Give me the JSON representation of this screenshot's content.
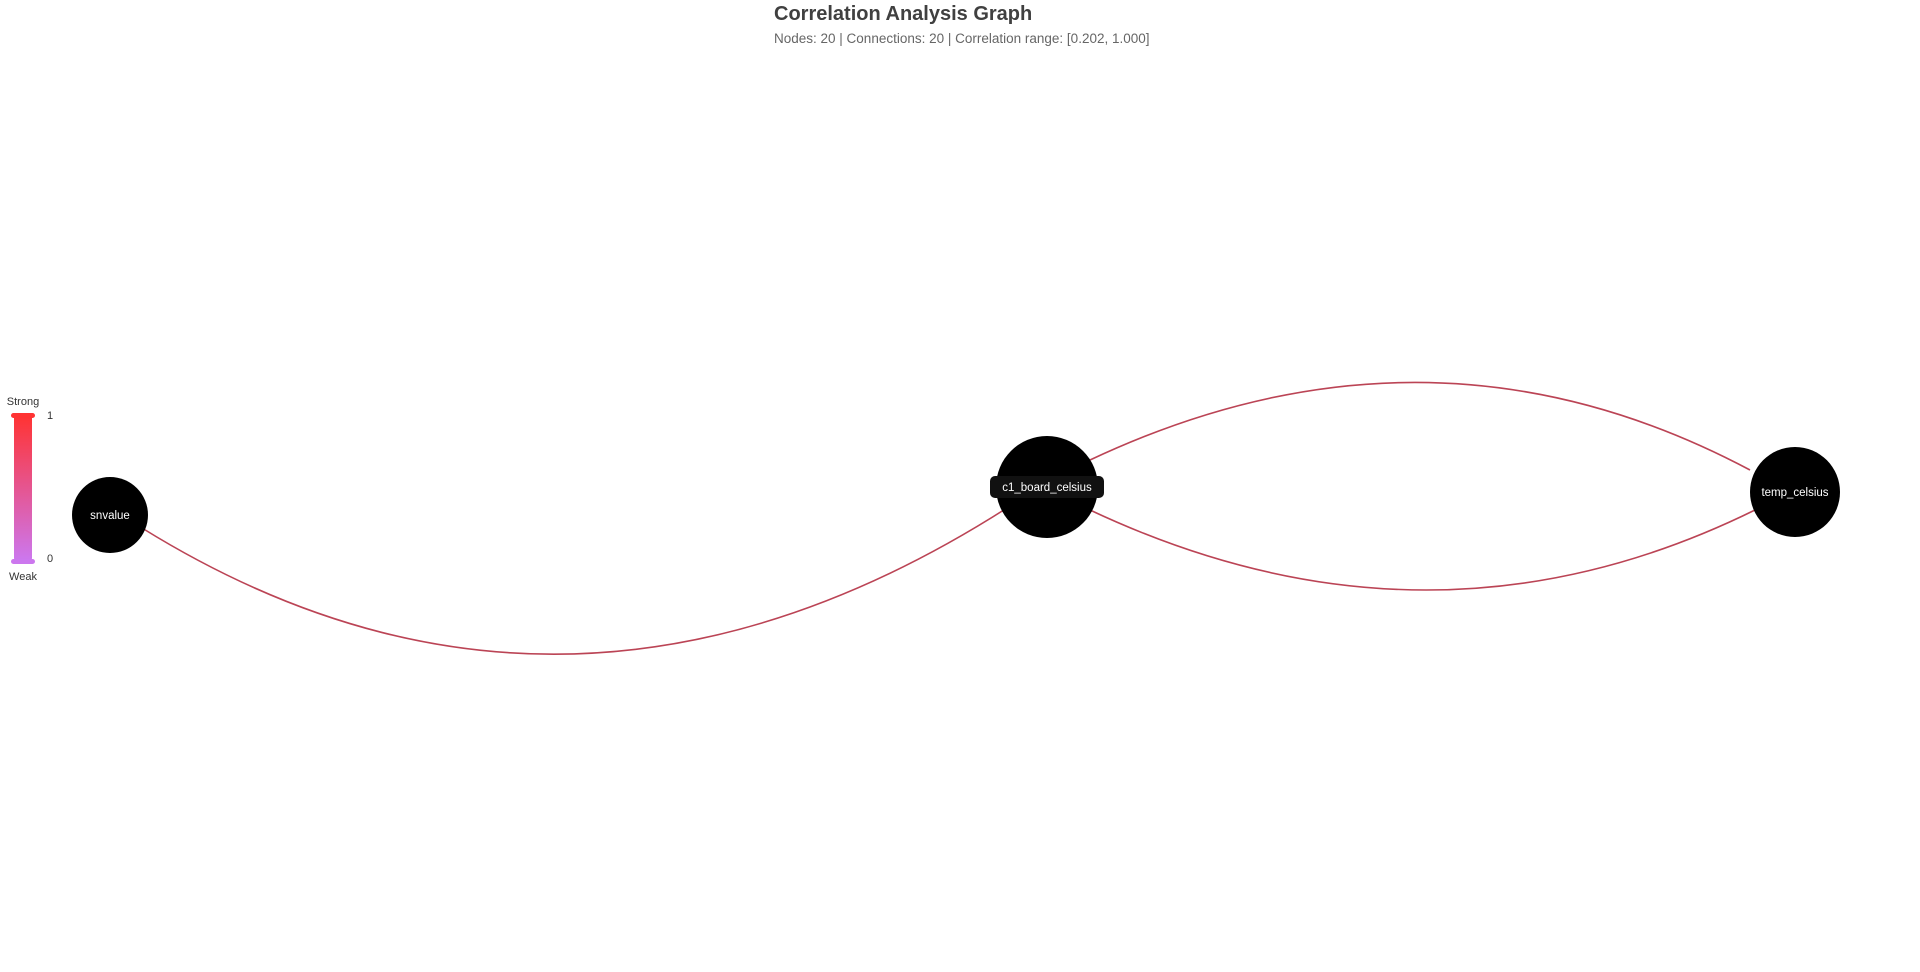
{
  "header": {
    "title": "Correlation Analysis Graph",
    "subtitle": "Nodes: 20 | Connections: 20 | Correlation range: [0.202, 1.000]"
  },
  "legend": {
    "strong_label": "Strong",
    "weak_label": "Weak",
    "max_value": "1",
    "min_value": "0",
    "strong_color": "#ff3333",
    "weak_color": "#cc77ee"
  },
  "graph": {
    "edge_color": "#bb4455",
    "node_color": "#000000",
    "label_bg_color": "#111111",
    "nodes": [
      {
        "id": "snvalue",
        "label": "snvalue"
      },
      {
        "id": "c1_board_celsius",
        "label": "c1_board_celsius"
      },
      {
        "id": "temp_celsius",
        "label": "temp_celsius"
      }
    ],
    "edges": [
      {
        "source": "snvalue",
        "target": "c1_board_celsius"
      },
      {
        "source": "c1_board_celsius",
        "target": "temp_celsius"
      },
      {
        "source": "temp_celsius",
        "target": "c1_board_celsius"
      }
    ]
  }
}
